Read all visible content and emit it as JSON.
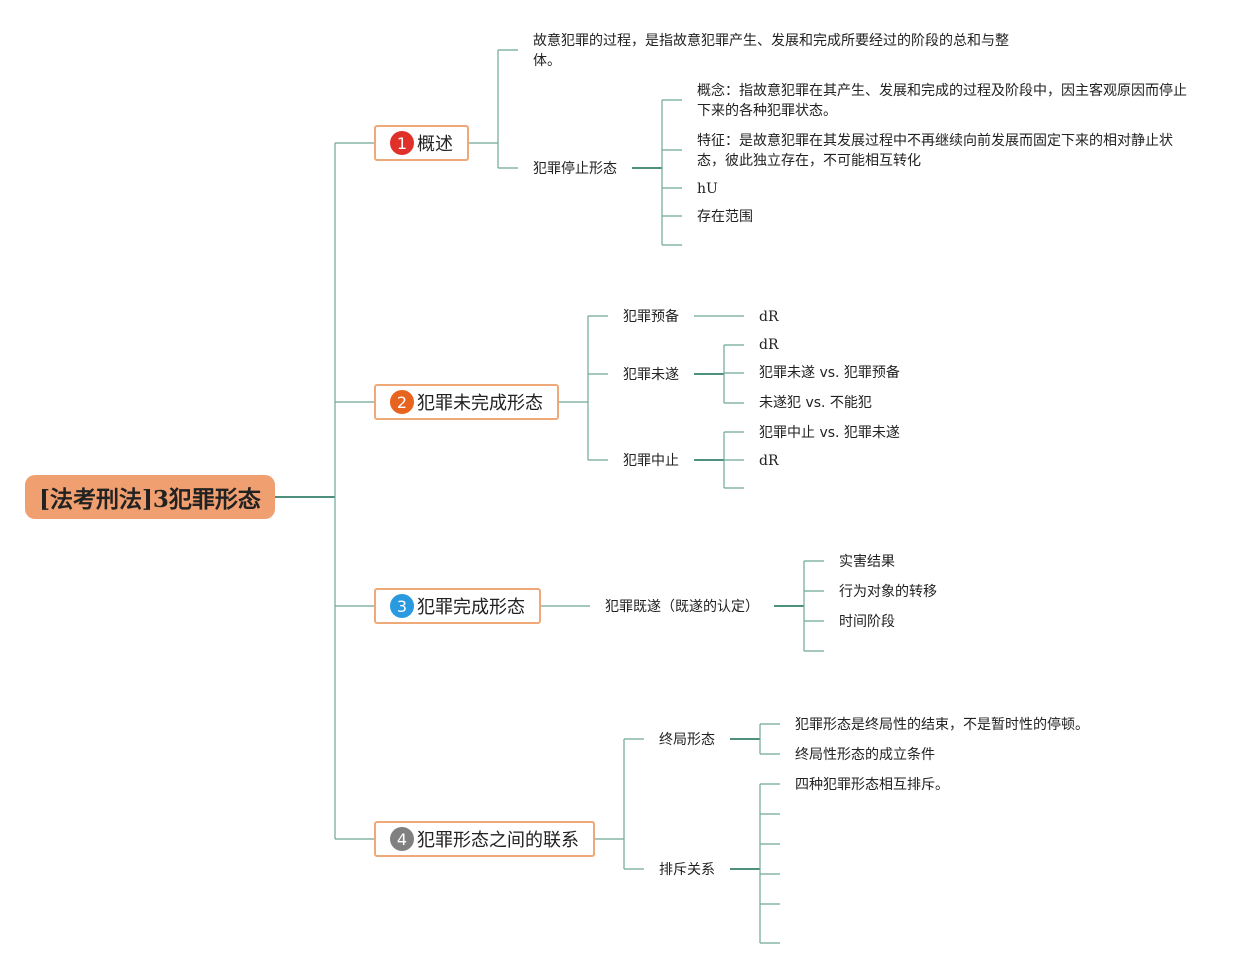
{
  "root": {
    "title": "[法考刑法]3犯罪形态"
  },
  "colors": {
    "line": "#6fa898",
    "root_fill": "#f0a070",
    "branch_border": "#efa877",
    "badge1": "#e0302a",
    "badge2": "#e8641e",
    "badge3": "#2a9ae0",
    "badge4": "#808080"
  },
  "b1": {
    "num": "1",
    "label": "概述",
    "def": "故意犯罪的过程，是指故意犯罪产生、发展和完成所要经过的阶段的总和与整体。",
    "stop": {
      "label": "犯罪停止形态",
      "concept": "概念：指故意犯罪在其产生、发展和完成的过程及阶段中，因主客观原因而停止下来的各种犯罪状态。",
      "feature": "特征：是故意犯罪在其发展过程中不再继续向前发展而固定下来的相对静止状态，彼此独立存在，不可能相互转化",
      "hu": "hU",
      "scope": "存在范围"
    }
  },
  "b2": {
    "num": "2",
    "label": "犯罪未完成形态",
    "prep": {
      "label": "犯罪预备",
      "c1": "dR"
    },
    "attempt": {
      "label": "犯罪未遂",
      "c1": "dR",
      "c2": "犯罪未遂 vs. 犯罪预备",
      "c3": "未遂犯 vs. 不能犯"
    },
    "abandon": {
      "label": "犯罪中止",
      "c1": "犯罪中止 vs. 犯罪未遂",
      "c2": "dR"
    }
  },
  "b3": {
    "num": "3",
    "label": "犯罪完成形态",
    "done": {
      "label": "犯罪既遂（既遂的认定）",
      "c1": "实害结果",
      "c2": "行为对象的转移",
      "c3": "时间阶段"
    }
  },
  "b4": {
    "num": "4",
    "label": "犯罪形态之间的联系",
    "final": {
      "label": "终局形态",
      "c1": "犯罪形态是终局性的结束，不是暂时性的停顿。",
      "c2": "终局性形态的成立条件"
    },
    "excl": {
      "label": "排斥关系",
      "c1": "四种犯罪形态相互排斥。"
    }
  }
}
